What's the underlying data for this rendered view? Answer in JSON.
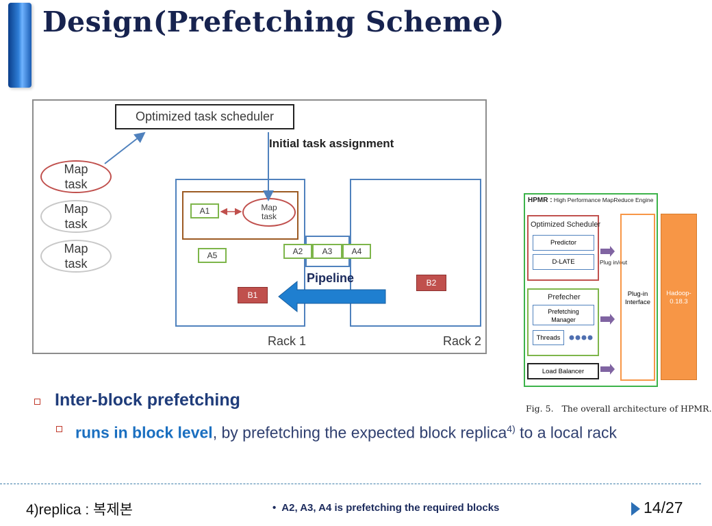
{
  "slide": {
    "title": "Design(Prefetching Scheme)"
  },
  "left_figure": {
    "scheduler_label": "Optimized task scheduler",
    "initial_assignment_label": "Initial task assignment",
    "map_task_line1": "Map",
    "map_task_line2": "task",
    "inner_map_task_line1": "Map",
    "inner_map_task_line2": "task",
    "blocks": {
      "a1": "A1",
      "a2": "A2",
      "a3": "A3",
      "a4": "A4",
      "a5": "A5",
      "b1": "B1",
      "b2": "B2"
    },
    "pipeline_label": "Pipeline",
    "rack1_label": "Rack 1",
    "rack2_label": "Rack 2"
  },
  "right_figure": {
    "title_bold": "HPMR :",
    "title_rest": " High Performance MapReduce Engine",
    "optimized_scheduler": "Optimized Scheduler",
    "predictor": "Predictor",
    "d_late": "D-LATE",
    "plug_in_out": "Plug in/out",
    "prefecher": "Prefecher",
    "prefetching_manager_line1": "Prefetching",
    "prefetching_manager_line2": "Manager",
    "threads": "Threads",
    "load_balancer": "Load Balancer",
    "plugin_interface_line1": "Plug-in",
    "plugin_interface_line2": "Interface",
    "hadoop_line1": "Hadoop-",
    "hadoop_line2": "0.18.3",
    "caption": "Fig. 5.   The overall architecture of HPMR."
  },
  "bullets": {
    "main": "Inter-block prefetching",
    "sub_highlight": "runs in block level",
    "sub_rest": ", by prefetching the expected block replica",
    "sub_superscript": "4)",
    "sub_tail": " to a local rack"
  },
  "footer": {
    "footnote": "4)replica : 복제본",
    "note_bullet": "•",
    "note": "A2, A3, A4 is prefetching the required blocks",
    "page_current": "14",
    "page_total": "/27"
  },
  "colors": {
    "title": "#17234f",
    "accent_blue": "#1a6fc0",
    "oval_red": "#c0504d",
    "block_green": "#7db54a",
    "block_red": "#c0504d",
    "pipeline_arrow": "#1f7fd0",
    "hpmr_green": "#3cb34a",
    "hadoop_orange": "#f79646"
  }
}
